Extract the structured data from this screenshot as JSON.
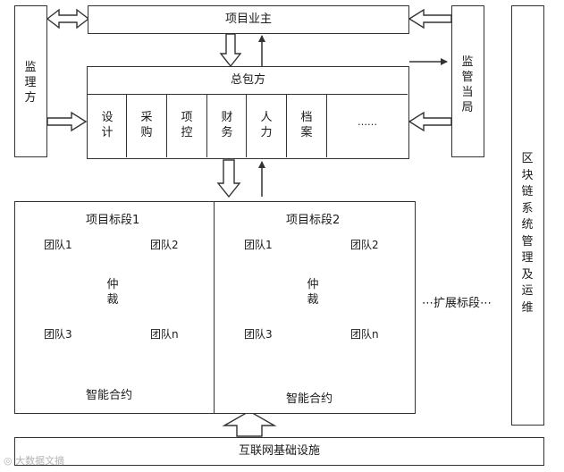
{
  "owner": "项目业主",
  "supervisor": "监理方",
  "regulator": "监管当局",
  "general_contractor": "总包方",
  "departments": [
    "设计",
    "采购",
    "项控",
    "财务",
    "人力",
    "档案",
    "……"
  ],
  "blockchain_ops": "区块链系统管理及运维",
  "sections": [
    {
      "title": "项目标段1",
      "teams": [
        "团队1",
        "团队2",
        "团队3",
        "团队n"
      ],
      "arbitration": "仲裁",
      "contract": "智能合约"
    },
    {
      "title": "项目标段2",
      "teams": [
        "团队1",
        "团队2",
        "团队3",
        "团队n"
      ],
      "arbitration": "仲裁",
      "contract": "智能合约"
    }
  ],
  "extension": "扩展标段",
  "infrastructure": "互联网基础设施",
  "watermark": "大数据文摘"
}
